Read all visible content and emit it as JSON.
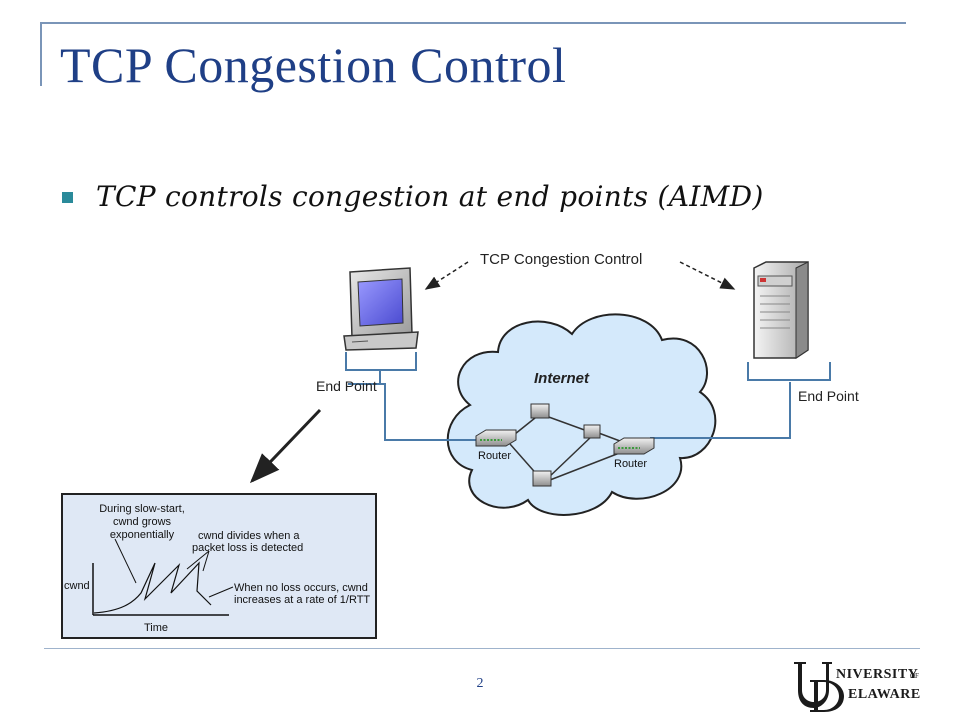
{
  "slide": {
    "title": "TCP Congestion Control",
    "bullet": "TCP controls congestion at end points (AIMD)",
    "page_number": "2",
    "logo_text": "UNIVERSITY OF DELAWARE"
  },
  "diagram": {
    "center_label": "TCP Congestion Control",
    "cloud_label": "Internet",
    "end_point_left": "End Point",
    "end_point_right": "End Point",
    "router_left": "Router",
    "router_right": "Router"
  },
  "inset": {
    "slow_start_line1": "During slow-start,",
    "slow_start_line2": "cwnd grows",
    "slow_start_line3": "exponentially",
    "divide_line1": "cwnd divides when a",
    "divide_line2": "packet loss is detected",
    "noloss_line1": "When no loss occurs, cwnd",
    "noloss_line2": "increases at a rate of 1/RTT",
    "y_label": "cwnd",
    "x_label": "Time"
  },
  "colors": {
    "title": "#1f3f86",
    "bullet": "#2a8a9a",
    "link": "#4a7aa8",
    "cloud": "#d4e9fb",
    "inset_bg": "#dfe8f5"
  }
}
